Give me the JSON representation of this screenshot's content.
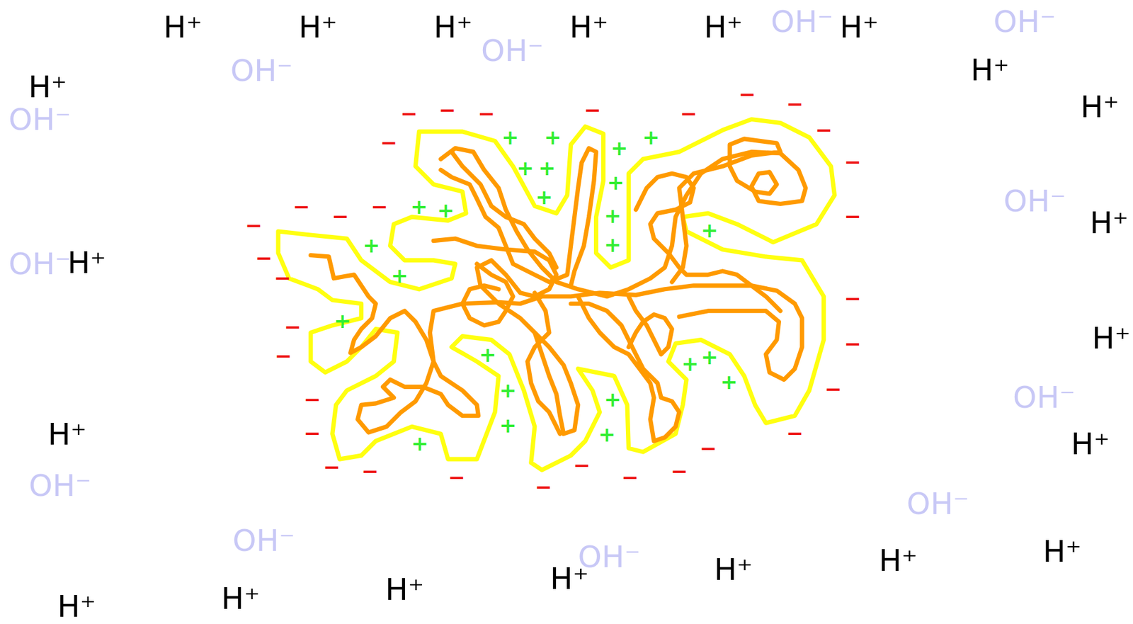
{
  "diagram": {
    "labels": [
      "H⁺",
      "H⁺",
      "H⁺",
      "H⁺",
      "H⁺",
      "H⁺",
      "H⁺",
      "H⁺",
      "H⁺",
      "H⁺",
      "H⁺",
      "H⁺",
      "H⁺",
      "H⁺",
      "H⁺",
      "H⁺",
      "H⁺",
      "H⁺",
      "H⁺",
      "H⁺",
      "H⁺",
      "OH⁻",
      "OH⁻",
      "OH⁻",
      "OH⁻",
      "OH⁻",
      "OH⁻",
      "OH⁻",
      "OH⁻",
      "OH⁻",
      "OH⁻",
      "OH⁻",
      "OH⁻",
      "+",
      "+",
      "+",
      "+",
      "+",
      "+",
      "+",
      "+",
      "+",
      "+",
      "+",
      "+",
      "+",
      "+",
      "+",
      "+",
      "+",
      "+",
      "+",
      "+",
      "+",
      "+",
      "+",
      "+",
      "+",
      "−",
      "−",
      "−",
      "−",
      "−",
      "−",
      "−",
      "−",
      "−",
      "−",
      "−",
      "−",
      "−",
      "−",
      "−",
      "−",
      "−",
      "−",
      "−",
      "−",
      "−",
      "−",
      "−",
      "−",
      "−",
      "−",
      "−",
      "−",
      "−",
      "−",
      "−",
      "−",
      "−"
    ]
  }
}
